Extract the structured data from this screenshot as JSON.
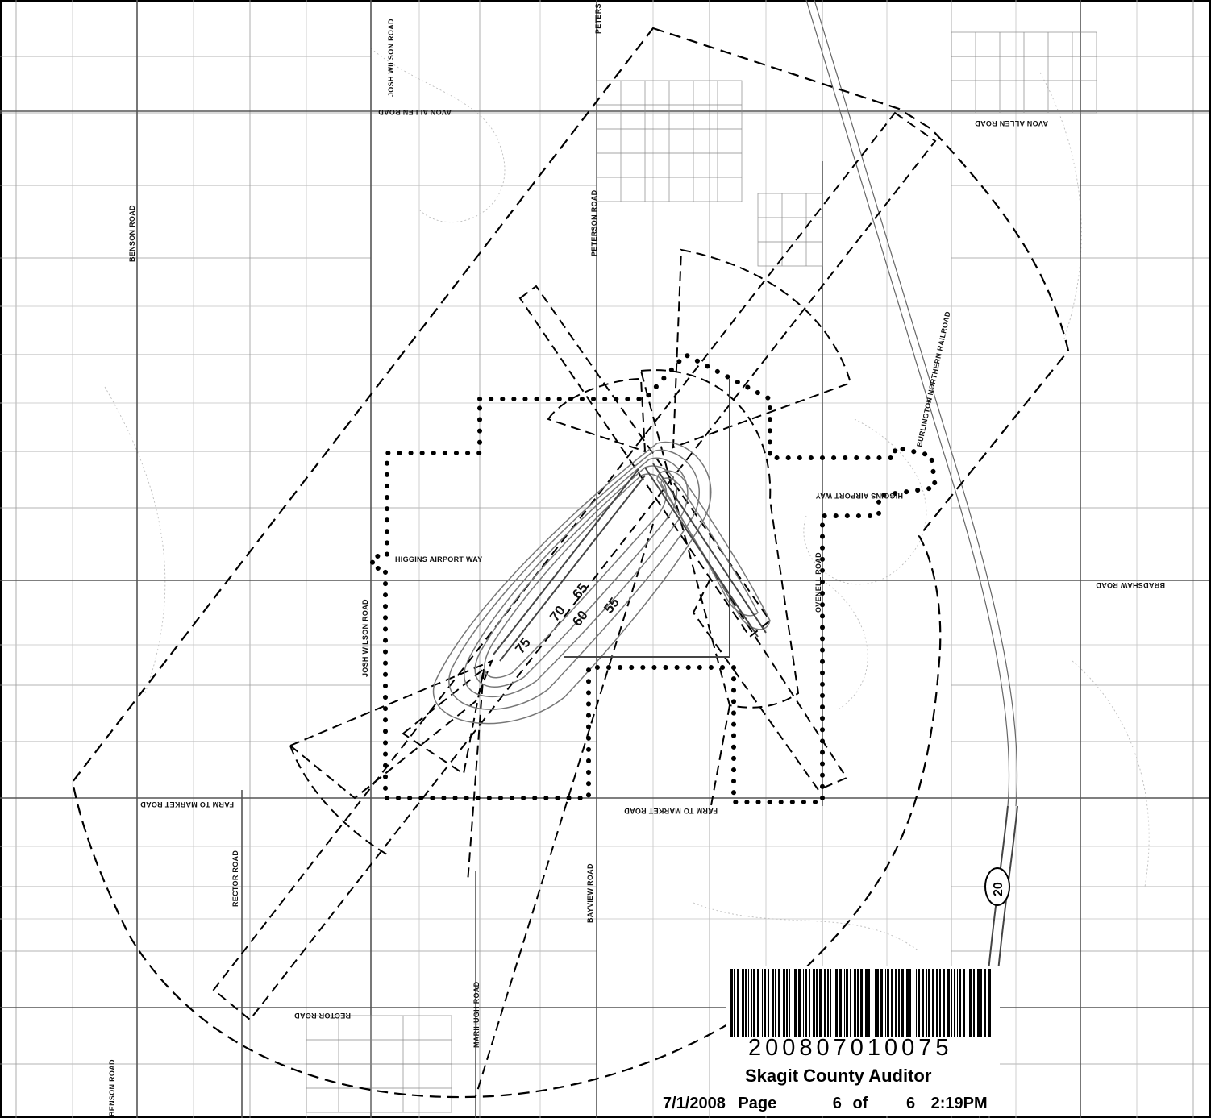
{
  "roads": {
    "avon_allen_road_west": "AVON ALLEN ROAD",
    "avon_allen_road_east": "AVON ALLEN ROAD",
    "josh_wilson_road_north": "JOSH WILSON ROAD",
    "josh_wilson_road_south": "JOSH WILSON ROAD",
    "peterson_road": "PETERSON ROAD",
    "peterson_road_top": "PETERS",
    "benson_road": "BENSON ROAD",
    "higgins_airport_way_west": "HIGGINS AIRPORT WAY",
    "higgins_airport_way_east": "HIGGINS AIRPORT WAY",
    "ovenell_road": "OVENELL ROAD",
    "bradshaw_road": "BRADSHAW ROAD",
    "farm_to_market_road_west": "FARM TO MARKET ROAD",
    "farm_to_market_road_east": "FARM TO MARKET ROAD",
    "rector_road_vertical": "RECTOR ROAD",
    "rector_road_horizontal": "RECTOR ROAD",
    "bayview_road": "BAYVIEW ROAD",
    "marihugh_road": "MARIHUGH ROAD",
    "burlington_northern_railroad": "BURLINGTON NORTHERN RAILROAD",
    "benson_road_bottom": "BENSON ROAD"
  },
  "contour_labels": [
    "75",
    "70",
    "65",
    "60",
    "55"
  ],
  "highway_shield": "20",
  "stamp": {
    "barcode_number": "200807010075",
    "auditor": "Skagit County Auditor",
    "date": "7/1/2008",
    "page_word": "Page",
    "page_number": "6",
    "of_word": "of",
    "page_total": "6",
    "time": "2:19PM"
  }
}
